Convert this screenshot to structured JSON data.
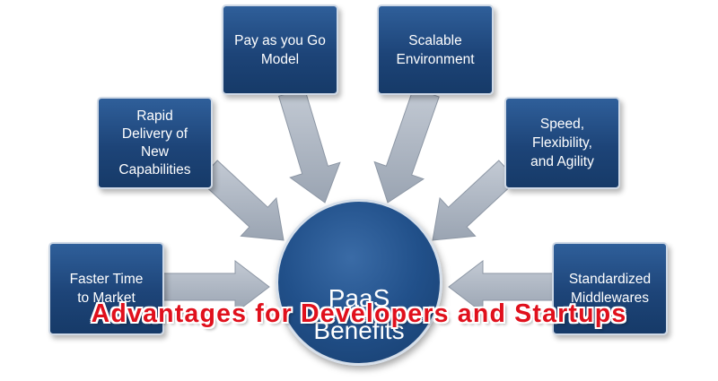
{
  "diagram": {
    "center": {
      "label": "PaaS\nBenefits"
    },
    "nodes": [
      {
        "id": "pay-as-you-go",
        "label": "Pay as you Go\nModel"
      },
      {
        "id": "scalable",
        "label": "Scalable\nEnvironment"
      },
      {
        "id": "rapid-delivery",
        "label": "Rapid\nDelivery of\nNew\nCapabilities"
      },
      {
        "id": "speed",
        "label": "Speed,\nFlexibility,\nand Agility"
      },
      {
        "id": "faster-time",
        "label": "Faster Time\nto Market"
      },
      {
        "id": "standardized",
        "label": "Standardized\nMiddlewares"
      }
    ]
  },
  "headline": "Advantages for Developers and Startups",
  "colors": {
    "box_fill": "#1d4478",
    "box_border": "#cfd9e6",
    "arrow_fill": "#aab3c0",
    "headline_text": "#e0101c",
    "headline_outline": "#ffffff"
  }
}
